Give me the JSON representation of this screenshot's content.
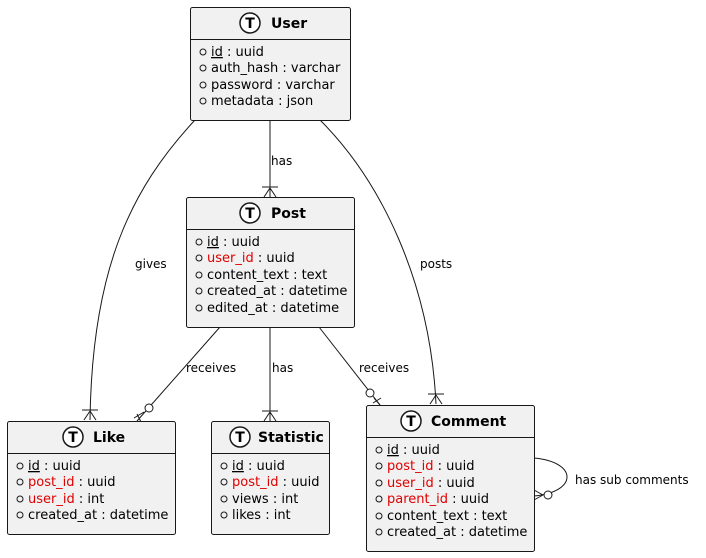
{
  "entities": [
    {
      "key": "user",
      "title": "User",
      "badge": "T",
      "attributes": [
        {
          "name": "id",
          "type": " : uuid",
          "pk": true,
          "fk": false
        },
        {
          "name": "auth_hash",
          "type": " : varchar",
          "pk": false,
          "fk": false
        },
        {
          "name": "password",
          "type": " : varchar",
          "pk": false,
          "fk": false
        },
        {
          "name": "metadata",
          "type": " : json",
          "pk": false,
          "fk": false
        }
      ]
    },
    {
      "key": "post",
      "title": "Post",
      "badge": "T",
      "attributes": [
        {
          "name": "id",
          "type": " : uuid",
          "pk": true,
          "fk": false
        },
        {
          "name": "user_id",
          "type": " : uuid",
          "pk": false,
          "fk": true
        },
        {
          "name": "content_text",
          "type": " : text",
          "pk": false,
          "fk": false
        },
        {
          "name": "created_at",
          "type": " : datetime",
          "pk": false,
          "fk": false
        },
        {
          "name": "edited_at",
          "type": " : datetime",
          "pk": false,
          "fk": false
        }
      ]
    },
    {
      "key": "like",
      "title": "Like",
      "badge": "T",
      "attributes": [
        {
          "name": "id",
          "type": " : uuid",
          "pk": true,
          "fk": false
        },
        {
          "name": "post_id",
          "type": " : uuid",
          "pk": false,
          "fk": true
        },
        {
          "name": "user_id",
          "type": " : int",
          "pk": false,
          "fk": true
        },
        {
          "name": "created_at",
          "type": " : datetime",
          "pk": false,
          "fk": false
        }
      ]
    },
    {
      "key": "statistic",
      "title": "Statistic",
      "badge": "T",
      "attributes": [
        {
          "name": "id",
          "type": " : uuid",
          "pk": true,
          "fk": false
        },
        {
          "name": "post_id",
          "type": " : uuid",
          "pk": false,
          "fk": true
        },
        {
          "name": "views",
          "type": " : int",
          "pk": false,
          "fk": false
        },
        {
          "name": "likes",
          "type": " : int",
          "pk": false,
          "fk": false
        }
      ]
    },
    {
      "key": "comment",
      "title": "Comment",
      "badge": "T",
      "attributes": [
        {
          "name": "id",
          "type": " : uuid",
          "pk": true,
          "fk": false
        },
        {
          "name": "post_id",
          "type": " : uuid",
          "pk": false,
          "fk": true
        },
        {
          "name": "user_id",
          "type": " : uuid",
          "pk": false,
          "fk": true
        },
        {
          "name": "parent_id",
          "type": " : uuid",
          "pk": false,
          "fk": true
        },
        {
          "name": "content_text",
          "type": " : text",
          "pk": false,
          "fk": false
        },
        {
          "name": "created_at",
          "type": " : datetime",
          "pk": false,
          "fk": false
        }
      ]
    }
  ],
  "relations": [
    {
      "key": "user-post",
      "label": "has",
      "from": "user",
      "to": "post"
    },
    {
      "key": "user-like",
      "label": "gives",
      "from": "user",
      "to": "like"
    },
    {
      "key": "user-comment",
      "label": "posts",
      "from": "user",
      "to": "comment"
    },
    {
      "key": "post-like",
      "label": "receives",
      "from": "post",
      "to": "like"
    },
    {
      "key": "post-statistic",
      "label": "has",
      "from": "post",
      "to": "statistic"
    },
    {
      "key": "post-comment",
      "label": "receives",
      "from": "post",
      "to": "comment"
    },
    {
      "key": "comment-comment",
      "label": "has sub comments",
      "from": "comment",
      "to": "comment"
    }
  ],
  "colors": {
    "entity_fill": "#f1f1f1",
    "entity_border": "#181818",
    "foreign_key": "#e00000",
    "line": "#181818"
  }
}
